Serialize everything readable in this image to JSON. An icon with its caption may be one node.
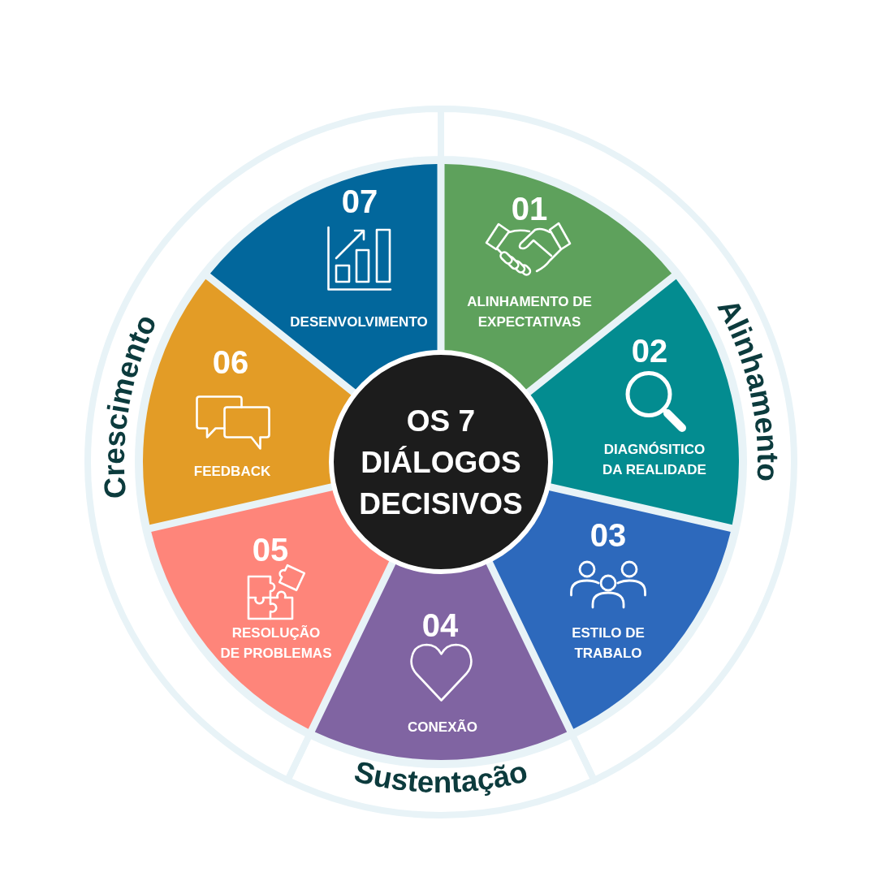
{
  "diagram": {
    "nodes": [
      {
        "text": [
          "OS 7 DIÁLOGOS DECISIVOS"
        ]
      },
      {
        "text": [
          "01",
          "ALINHAMENTO DE EXPECTATIVAS"
        ]
      },
      {
        "text": [
          "02",
          "DIAGNÓSITICO DA REALIDADE"
        ]
      },
      {
        "text": [
          "03",
          "ESTILO DE TRABALO"
        ]
      },
      {
        "text": [
          "04",
          "CONEXÃO"
        ]
      },
      {
        "text": [
          "05",
          "RESOLUÇÃO DE PROBLEMAS"
        ]
      },
      {
        "text": [
          "06",
          "FEEDBACK"
        ]
      },
      {
        "text": [
          "07",
          "DESENVOLVIMENTO"
        ]
      },
      {
        "text": [
          "Alinhamento"
        ]
      },
      {
        "text": [
          "Sustentação"
        ]
      },
      {
        "text": [
          "Crescimento"
        ]
      }
    ]
  }
}
